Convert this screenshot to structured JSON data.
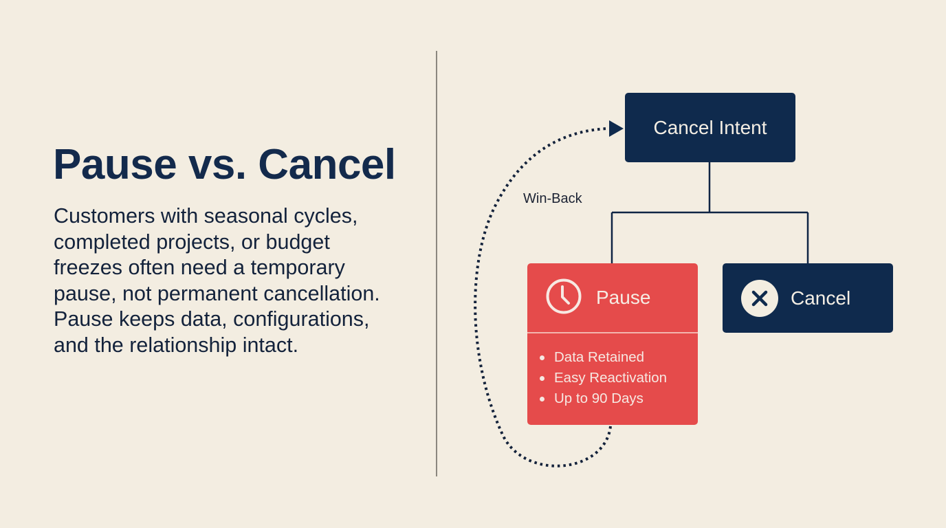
{
  "slide": {
    "title": "Pause vs. Cancel",
    "body": "Customers with seasonal cycles, completed projects, or budget freezes often need a temporary pause, not permanent cancellation. Pause keeps data, configurations, and the relationship intact."
  },
  "diagram": {
    "root": {
      "label": "Cancel Intent",
      "icon": null
    },
    "pause": {
      "label": "Pause",
      "icon": "clock-icon",
      "features": [
        "Data Retained",
        "Easy Reactivation",
        "Up to 90 Days"
      ]
    },
    "cancel": {
      "label": "Cancel",
      "icon": "x-circle-icon"
    },
    "loop_label": "Win-Back"
  },
  "colors": {
    "background": "#f3ede1",
    "navy": "#0f2a4d",
    "red": "#e54b4b",
    "divider": "#8b877e"
  }
}
